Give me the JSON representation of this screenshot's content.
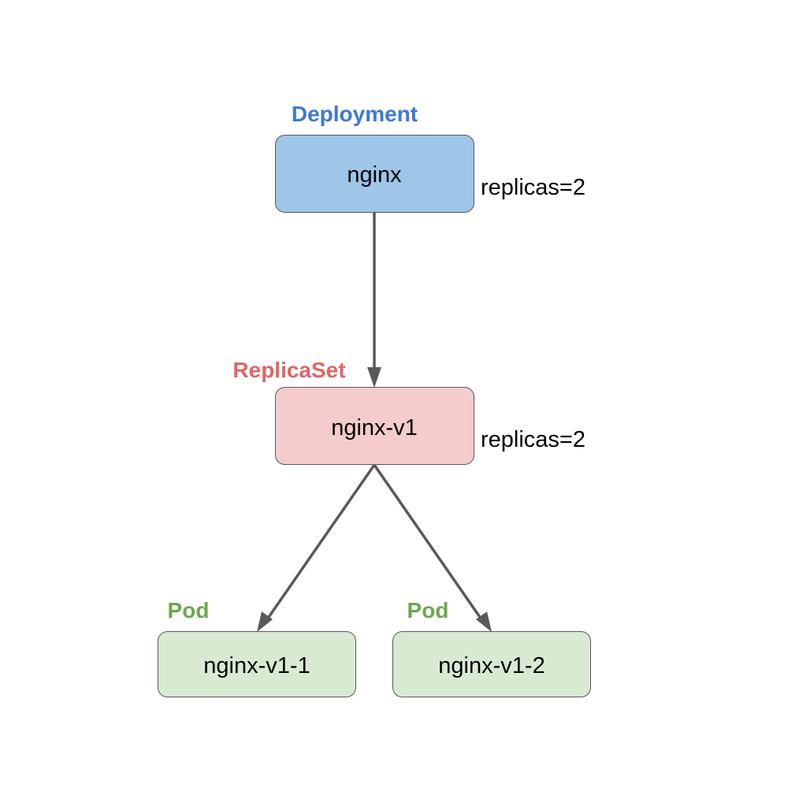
{
  "deployment": {
    "kind_label": "Deployment",
    "name": "nginx",
    "annotation": "replicas=2",
    "kind_color": "#3c78d8",
    "fill": "#9fc5e8"
  },
  "replicaset": {
    "kind_label": "ReplicaSet",
    "name": "nginx-v1",
    "annotation": "replicas=2",
    "kind_color": "#e06666",
    "fill": "#f4cccc"
  },
  "pods": [
    {
      "kind_label": "Pod",
      "name": "nginx-v1-1",
      "kind_color": "#6aa84f",
      "fill": "#d9ead3"
    },
    {
      "kind_label": "Pod",
      "name": "nginx-v1-2",
      "kind_color": "#6aa84f",
      "fill": "#d9ead3"
    }
  ],
  "edges": [
    {
      "from": "nginx",
      "to": "nginx-v1"
    },
    {
      "from": "nginx-v1",
      "to": "nginx-v1-1"
    },
    {
      "from": "nginx-v1",
      "to": "nginx-v1-2"
    }
  ],
  "colors": {
    "box_stroke": "#595959",
    "arrow": "#595959"
  }
}
